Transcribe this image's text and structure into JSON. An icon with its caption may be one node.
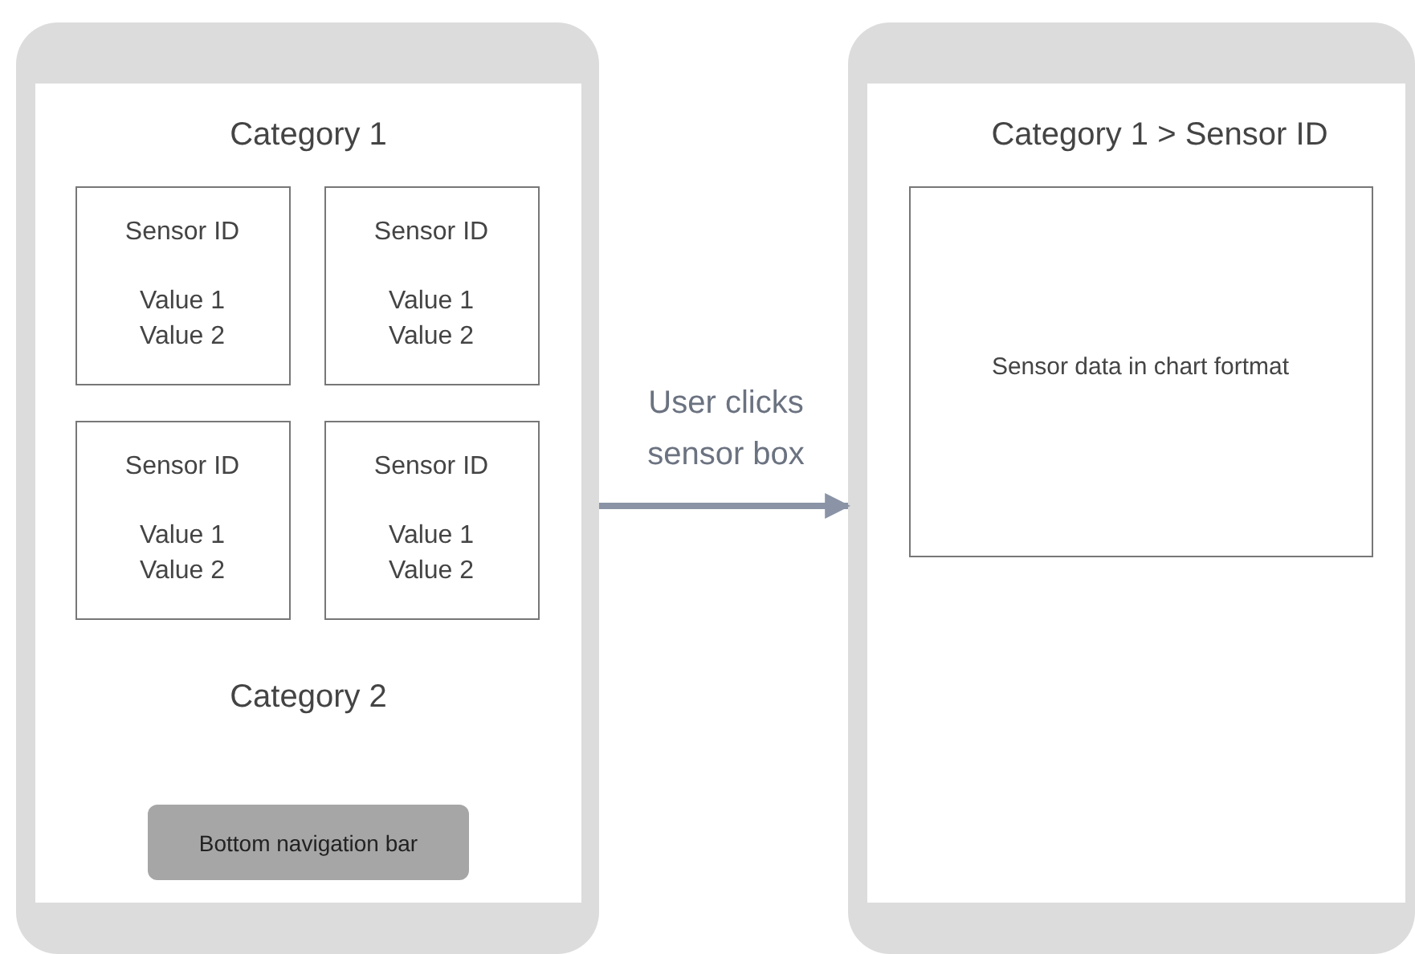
{
  "diagram": {
    "nodes": [
      {
        "text": [
          "Category 1",
          "Category 2"
        ]
      },
      {
        "text": [
          "Sensor ID",
          "Value 1 Value 2"
        ],
        "in": 0
      },
      {
        "text": [
          "Sensor ID",
          "Value 1 Value 2"
        ],
        "in": 0
      },
      {
        "text": [
          "Sensor ID",
          "Value 1 Value 2"
        ],
        "in": 0
      },
      {
        "text": [
          "Sensor ID",
          "Value 1 Value 2"
        ],
        "in": 0
      },
      {
        "text": [
          "Bottom navigation bar"
        ],
        "in": 0
      },
      {
        "text": [
          "Category 1 > Sensor ID"
        ]
      },
      {
        "text": [
          "Sensor data in chart fortmat"
        ],
        "in": 6
      }
    ],
    "edges": [
      {
        "from": 0,
        "to": 6,
        "arrow": "to",
        "label": "User clicks sensor box"
      }
    ]
  }
}
